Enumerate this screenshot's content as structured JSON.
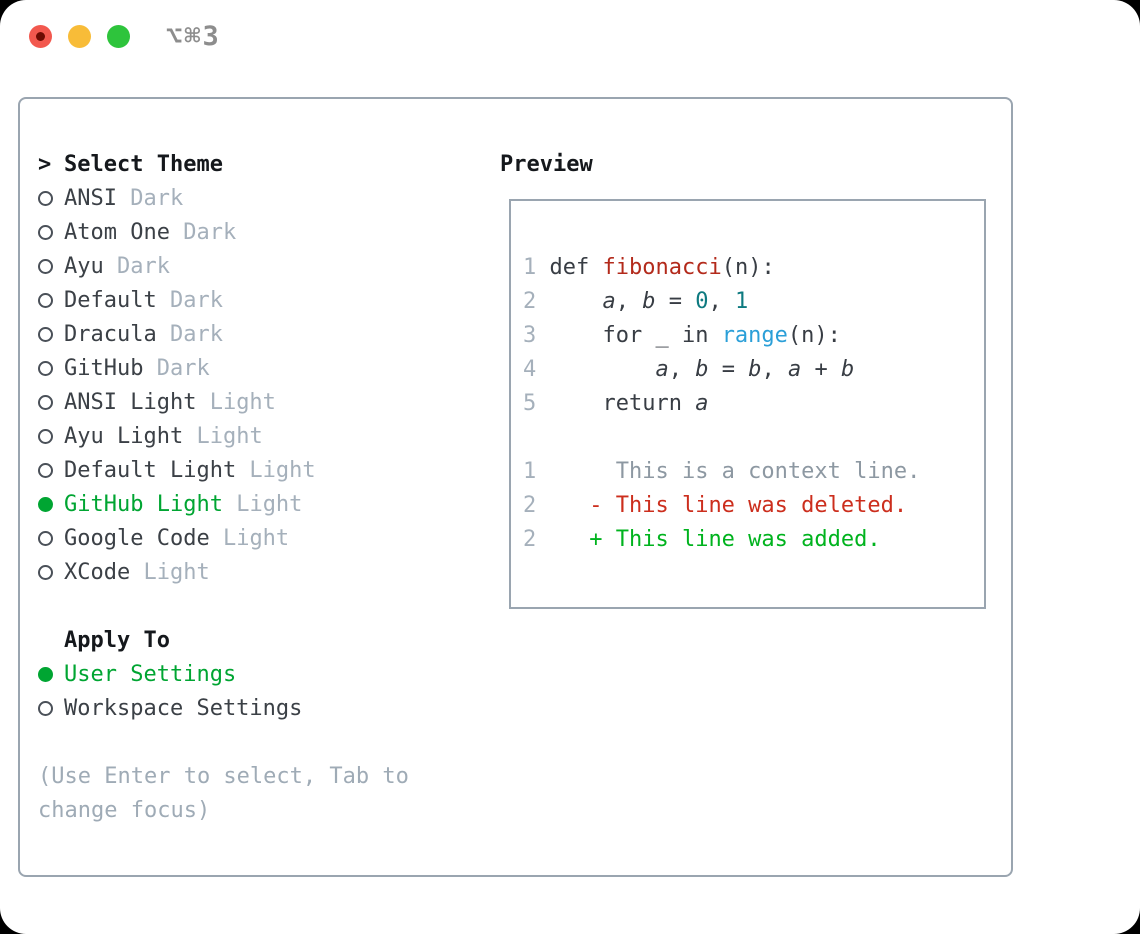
{
  "window": {
    "title": "⌥⌘3",
    "traffic_lights": [
      {
        "icon": "close-icon",
        "color": "#f2584e"
      },
      {
        "icon": "minimize-icon",
        "color": "#f8bc38"
      },
      {
        "icon": "zoom-icon",
        "color": "#2ec43c"
      }
    ]
  },
  "theme_panel": {
    "header": "Select Theme",
    "header_marker": ">",
    "themes": [
      {
        "name": "ANSI",
        "tag": "Dark",
        "selected": false
      },
      {
        "name": "Atom One",
        "tag": "Dark",
        "selected": false
      },
      {
        "name": "Ayu",
        "tag": "Dark",
        "selected": false
      },
      {
        "name": "Default",
        "tag": "Dark",
        "selected": false
      },
      {
        "name": "Dracula",
        "tag": "Dark",
        "selected": false
      },
      {
        "name": "GitHub",
        "tag": "Dark",
        "selected": false
      },
      {
        "name": "ANSI Light",
        "tag": "Light",
        "selected": false
      },
      {
        "name": "Ayu Light",
        "tag": "Light",
        "selected": false
      },
      {
        "name": "Default Light",
        "tag": "Light",
        "selected": false
      },
      {
        "name": "GitHub Light",
        "tag": "Light",
        "selected": true
      },
      {
        "name": "Google Code",
        "tag": "Light",
        "selected": false
      },
      {
        "name": "XCode",
        "tag": "Light",
        "selected": false
      }
    ],
    "apply_to": {
      "header": "Apply To",
      "options": [
        {
          "name": "User Settings",
          "selected": true
        },
        {
          "name": "Workspace Settings",
          "selected": false
        }
      ]
    },
    "help_lines": [
      "(Use Enter to select, Tab to",
      "change focus)"
    ]
  },
  "preview_panel": {
    "header": "Preview",
    "lines": [
      [
        [
          "ln",
          "1 "
        ],
        [
          "t",
          "def "
        ],
        [
          "fn",
          "fibonacci"
        ],
        [
          "t",
          "(n):"
        ]
      ],
      [
        [
          "ln",
          "2 "
        ],
        [
          "t",
          "    "
        ],
        [
          "it",
          "a"
        ],
        [
          "t",
          ", "
        ],
        [
          "it",
          "b"
        ],
        [
          "t",
          " = "
        ],
        [
          "nm",
          "0"
        ],
        [
          "t",
          ", "
        ],
        [
          "nm",
          "1"
        ]
      ],
      [
        [
          "ln",
          "3 "
        ],
        [
          "t",
          "    for _ in "
        ],
        [
          "bi",
          "range"
        ],
        [
          "t",
          "(n):"
        ]
      ],
      [
        [
          "ln",
          "4 "
        ],
        [
          "t",
          "        "
        ],
        [
          "it",
          "a"
        ],
        [
          "t",
          ", "
        ],
        [
          "it",
          "b"
        ],
        [
          "t",
          " = "
        ],
        [
          "it",
          "b"
        ],
        [
          "t",
          ", "
        ],
        [
          "it",
          "a"
        ],
        [
          "t",
          " + "
        ],
        [
          "it",
          "b"
        ]
      ],
      [
        [
          "ln",
          "5 "
        ],
        [
          "t",
          "    return "
        ],
        [
          "it",
          "a"
        ]
      ],
      [],
      [
        [
          "ln",
          "1 "
        ],
        [
          "ctx",
          "     This is a context line."
        ]
      ],
      [
        [
          "ln",
          "2 "
        ],
        [
          "del",
          "   - This line was deleted."
        ]
      ],
      [
        [
          "ln",
          "2 "
        ],
        [
          "add",
          "   + This line was added."
        ]
      ]
    ]
  },
  "colors": {
    "selected_green": "#00a532",
    "added_green": "#00b31e",
    "deleted_red": "#cc2e1d",
    "function_red": "#b32a1b",
    "builtin_blue": "#2b9fd8",
    "number_teal": "#0e7a80",
    "border_gray": "#9aa5b0",
    "muted_gray": "#a5b0bb"
  }
}
